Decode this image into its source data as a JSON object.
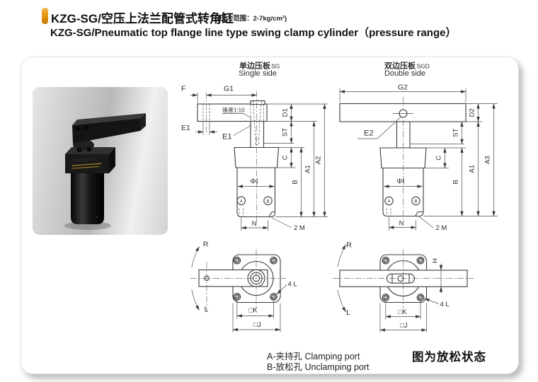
{
  "title": {
    "zh": "KZG-SG/空压上法兰配管式转角缸",
    "note": "(压力范围：2-7kg/cm²)",
    "en": "KZG-SG/Pneumatic top flange line type swing clamp cylinder（pressure range）"
  },
  "brand": {
    "logo": "Fengshen",
    "reg": "®"
  },
  "single": {
    "zh": "单边压板",
    "code": "SG",
    "en": "Single side",
    "d": {
      "F": "F",
      "G1": "G1",
      "taper": "锥度1:10",
      "E1": "E1",
      "D1": "D1",
      "ST": "ST",
      "C": "C",
      "B": "B",
      "A1": "A1",
      "A2": "A2",
      "phi": "ΦI",
      "A": "A",
      "Bp": "B",
      "N": "N",
      "M": "2 M"
    }
  },
  "double": {
    "zh": "双边压板",
    "code": "SGD",
    "en": "Double side",
    "d": {
      "G2": "G2",
      "E2": "E2",
      "D2": "D2",
      "ST": "ST",
      "C": "C",
      "B": "B",
      "A1": "A1",
      "A3": "A3",
      "phi": "ΦI",
      "A": "A",
      "Bp": "B",
      "N": "N",
      "M": "2 M"
    }
  },
  "bottomSingle": {
    "d": {
      "R": "R",
      "L": "L",
      "K": "□K",
      "J": "□J",
      "L4": "4 L"
    }
  },
  "bottomDouble": {
    "d": {
      "R": "R",
      "L": "L",
      "K": "□K",
      "J": "□J",
      "L4": "4 L",
      "H": "H"
    }
  },
  "footer": {
    "a": "A-夹持孔 Clamping port",
    "b": "B-放松孔 Unclamping port",
    "note": "图为放松状态"
  }
}
